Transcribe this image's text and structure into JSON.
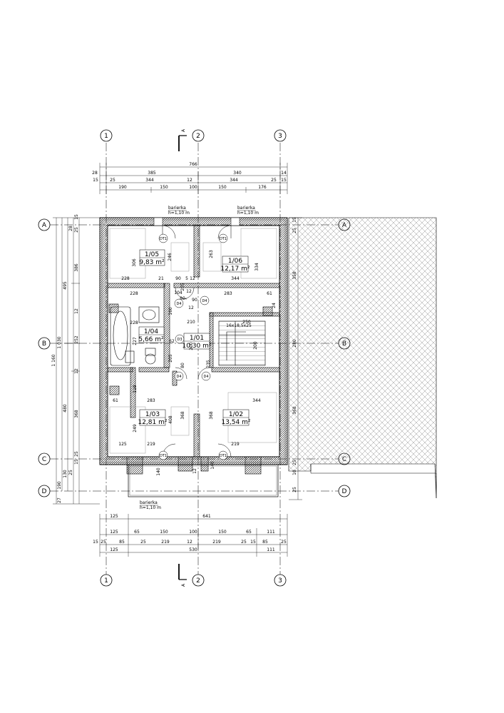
{
  "axes": {
    "vertical": [
      "1",
      "2",
      "3"
    ],
    "horizontal": [
      "A",
      "B",
      "C",
      "D"
    ]
  },
  "section_mark": "A",
  "dimensions": {
    "top_total": "766",
    "top_row2": [
      "28",
      "385",
      "340",
      "14"
    ],
    "top_row3": [
      "15",
      "25",
      "344",
      "12",
      "344",
      "25",
      "15"
    ],
    "top_row4": [
      "190",
      "150",
      "100",
      "150",
      "176"
    ],
    "left_total": "1 160",
    "left_mid": "1 030",
    "left_a": [
      "495",
      "480"
    ],
    "left_b": [
      "386",
      "252",
      "368"
    ],
    "left_small": [
      "15",
      "28",
      "25",
      "12",
      "12",
      "25",
      "15",
      "25",
      "130",
      "190",
      "27"
    ],
    "right_a": [
      "15",
      "25",
      "358",
      "280",
      "368",
      "25",
      "10",
      "25"
    ],
    "bottom_row1": [
      "125",
      "641"
    ],
    "bottom_row2": [
      "125",
      "65",
      "150",
      "100",
      "150",
      "65",
      "111"
    ],
    "bottom_row3": [
      "15",
      "25",
      "85",
      "25",
      "219",
      "12",
      "219",
      "25",
      "15",
      "85",
      "25"
    ],
    "bottom_row4": [
      "125",
      "530",
      "111"
    ]
  },
  "rooms": [
    {
      "id": "1/05",
      "area": "9,83 m²"
    },
    {
      "id": "1/06",
      "area": "12,17 m²"
    },
    {
      "id": "1/04",
      "area": "5,66 m²"
    },
    {
      "id": "1/01",
      "area": "10,30 m²"
    },
    {
      "id": "1/03",
      "area": "12,81 m²"
    },
    {
      "id": "1/02",
      "area": "13,54 m²"
    }
  ],
  "inner_dims": [
    "228",
    "21",
    "90",
    "5",
    "12",
    "344",
    "306",
    "246",
    "263",
    "334",
    "228",
    "228",
    "283",
    "61",
    "205",
    "104",
    "12",
    "90",
    "80",
    "160",
    "210",
    "250",
    "12",
    "24",
    "16x18,5x25",
    "227",
    "62",
    "205",
    "200",
    "200",
    "119",
    "80",
    "235",
    "283",
    "344",
    "61",
    "249",
    "408",
    "368",
    "368",
    "125",
    "219",
    "219",
    "140",
    "12",
    "140"
  ],
  "door_tags": [
    "DT1",
    "DT1",
    "DT1",
    "DT1",
    "D4",
    "D4",
    "D4",
    "D4",
    "D3"
  ],
  "notes": {
    "barrier_top_left": "barierka",
    "barrier_top_left_h": "h=1,10 m",
    "barrier_top_right": "barierka",
    "barrier_top_right_h": "h=1,10 m",
    "barrier_bottom": "barierka",
    "barrier_bottom_h": "h=1,10 m"
  }
}
